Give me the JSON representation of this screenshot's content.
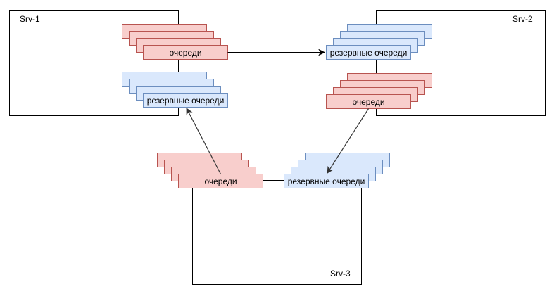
{
  "servers": {
    "srv1": {
      "label": "Srv-1"
    },
    "srv2": {
      "label": "Srv-2"
    },
    "srv3": {
      "label": "Srv-3"
    }
  },
  "labels": {
    "queues": "очереди",
    "backup_queues": "резервные очереди"
  },
  "colors": {
    "queue_fill": "#f8cecc",
    "queue_stroke": "#b85450",
    "backup_fill": "#dae8fc",
    "backup_stroke": "#6c8ebf",
    "line": "#000000",
    "arrow_gray": "#333333"
  }
}
